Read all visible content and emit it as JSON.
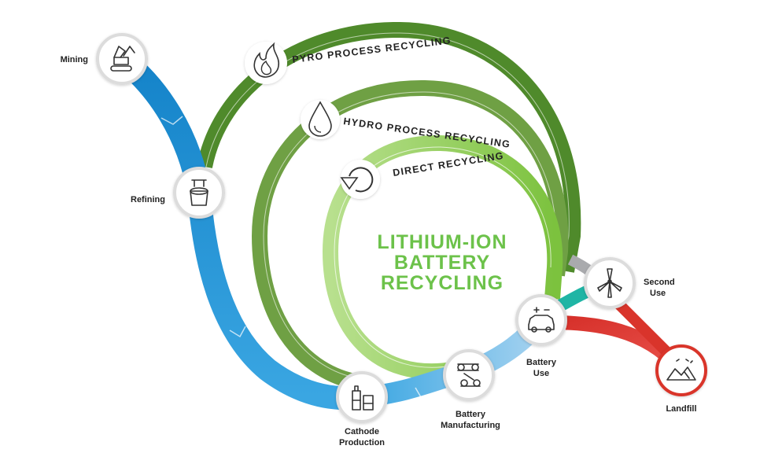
{
  "title": {
    "line1": "LITHIUM-ION",
    "line2": "BATTERY",
    "line3": "RECYCLING",
    "color": "#6cc24a"
  },
  "nodes": {
    "mining": {
      "label": "Mining",
      "icon": "excavator-icon"
    },
    "refining": {
      "label": "Refining",
      "icon": "refining-bucket-icon"
    },
    "cathode": {
      "label_line1": "Cathode",
      "label_line2": "Production",
      "icon": "chemical-tanks-icon"
    },
    "manufacturing": {
      "label_line1": "Battery",
      "label_line2": "Manufacturing",
      "icon": "conveyor-icon"
    },
    "battery_use": {
      "label_line1": "Battery",
      "label_line2": "Use",
      "icon": "electric-car-icon"
    },
    "second_use": {
      "label_line1": "Second",
      "label_line2": "Use",
      "icon": "wind-turbine-icon"
    },
    "landfill": {
      "label": "Landfill",
      "icon": "landfill-icon"
    }
  },
  "recycling": {
    "pyro": {
      "label": "PYRO PROCESS RECYCLING",
      "icon": "flame-icon",
      "color": "#4f8a2b"
    },
    "hydro": {
      "label": "HYDRO PROCESS RECYCLING",
      "icon": "water-drop-icon",
      "color": "#6fa044"
    },
    "direct": {
      "label": "DIRECT RECYCLING",
      "icon": "recycle-arrow-icon",
      "color": "#8dcf4f"
    }
  },
  "colors": {
    "supply_chain": "#1b8fd2",
    "second_use": "#1fb5a5",
    "landfill": "#d9342b",
    "node_border": "#dcdcdc"
  }
}
